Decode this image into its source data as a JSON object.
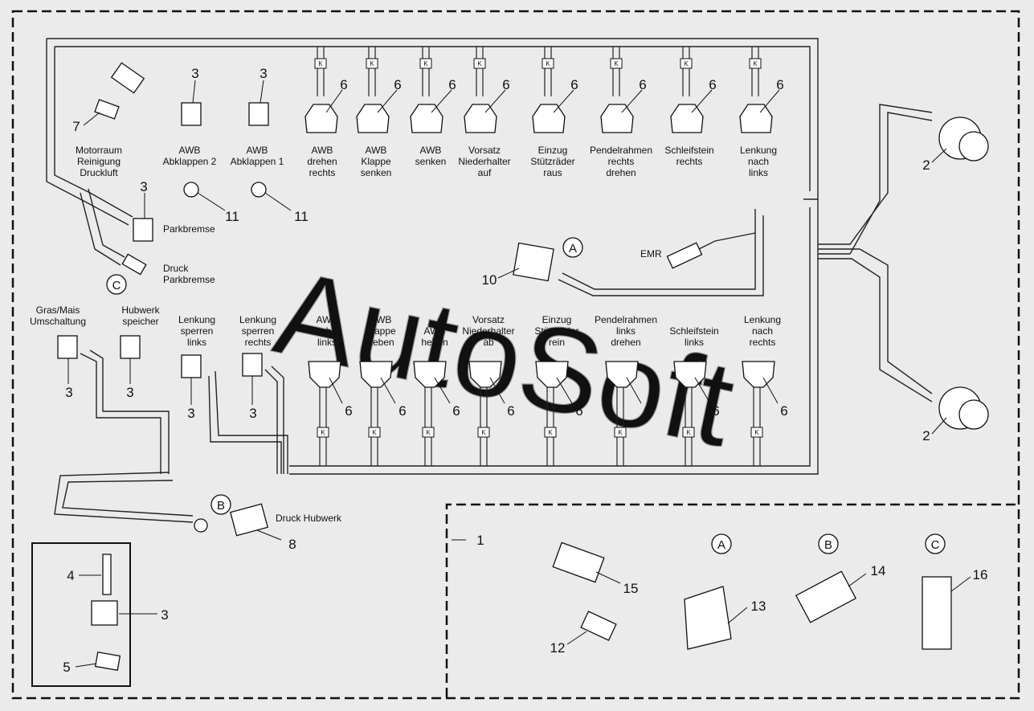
{
  "watermark": "AutoSoft",
  "top_labels": [
    "Motorraum",
    "Reinigung",
    "Druckluft",
    "AWB",
    "Abklappen 2",
    "AWB",
    "Abklappen 1",
    "AWB",
    "drehen",
    "rechts",
    "AWB",
    "Klappe",
    "senken",
    "AWB",
    "senken",
    "Vorsatz",
    "Niederhalter",
    "auf",
    "Einzug",
    "Stützräder",
    "raus",
    "Pendelrahmen",
    "rechts",
    "drehen",
    "Schleifstein",
    "rechts",
    "Lenkung",
    "nach",
    "links"
  ],
  "mid_labels": [
    "Parkbremse",
    "Druck",
    "Parkbremse",
    "EMR",
    "Druck Hubwerk"
  ],
  "bottom_labels": [
    "Gras/Mais",
    "Umschaltung",
    "Hubwerk",
    "speicher",
    "Lenkung",
    "sperren",
    "links",
    "Lenkung",
    "sperren",
    "rechts",
    "AWB",
    "drehen",
    "links",
    "AWB",
    "Klappe",
    "heben",
    "AWB",
    "heben",
    "Vorsatz",
    "Niederhalter",
    "ab",
    "Einzug",
    "Stützräder",
    "rein",
    "Pendelrahmen",
    "links",
    "drehen",
    "Schleifstein",
    "links",
    "Lenkung",
    "nach",
    "rechts"
  ],
  "letters": [
    "A",
    "B",
    "C",
    "A",
    "B",
    "C"
  ],
  "k_mark": "K",
  "numbers": [
    "7",
    "3",
    "3",
    "6",
    "6",
    "6",
    "6",
    "6",
    "6",
    "6",
    "6",
    "2",
    "11",
    "11",
    "3",
    "10",
    "2",
    "3",
    "3",
    "3",
    "3",
    "6",
    "6",
    "6",
    "6",
    "6",
    "6",
    "6",
    "6",
    "8",
    "1",
    "4",
    "3",
    "5",
    "15",
    "12",
    "13",
    "14",
    "16"
  ]
}
